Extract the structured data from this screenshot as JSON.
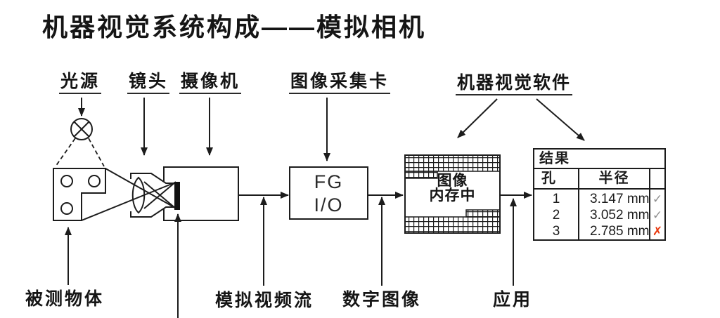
{
  "title": "机器视觉系统构成——模拟相机",
  "labels": {
    "light_source": "光源",
    "lens": "镜头",
    "camera": "摄像机",
    "frame_grabber": "图像采集卡",
    "software": "机器视觉软件",
    "measured_object": "被测物体",
    "analog_video": "模拟视频流",
    "digital_image": "数字图像",
    "application": "应用"
  },
  "boxes": {
    "frame_grabber": {
      "line1": "FG",
      "line2": "I/O"
    },
    "memory": {
      "line1": "图像",
      "line2": "内存中"
    }
  },
  "table": {
    "title": "结果",
    "col_hole": "孔",
    "col_radius": "半径",
    "rows": [
      {
        "hole": "1",
        "radius": "3.147 mm",
        "mark": "✓",
        "status": "pass",
        "mark_style": "color:#8f8f8f"
      },
      {
        "hole": "2",
        "radius": "3.052 mm",
        "mark": "✓",
        "status": "pass",
        "mark_style": "color:#8f8f8f"
      },
      {
        "hole": "3",
        "radius": "2.785 mm",
        "mark": "✗",
        "status": "fail",
        "mark_style": "color:#e8380d"
      }
    ]
  },
  "colors": {
    "ink": "#1c1c1c",
    "pass_mark": "#8f8f8f",
    "fail_mark": "#e8380d"
  },
  "icons": {
    "light_source": "circle-with-cross",
    "memory_fill": "grid-hatch"
  }
}
